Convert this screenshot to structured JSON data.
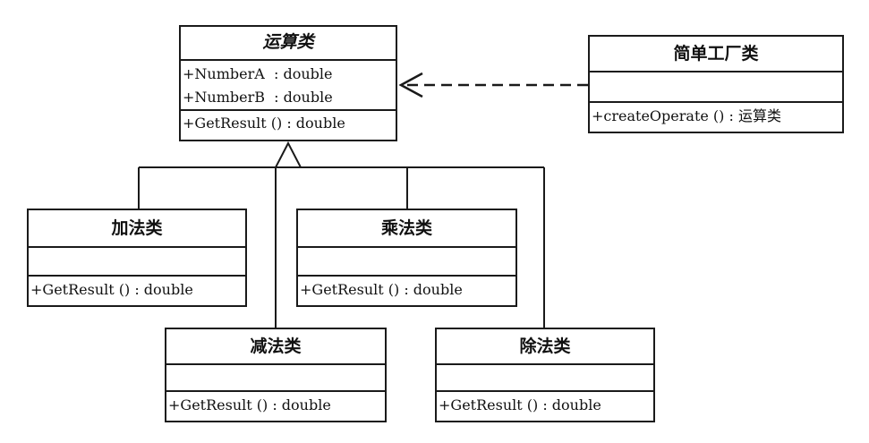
{
  "base": {
    "name": "运算类",
    "attributes": [
      "+NumberA  : double",
      "+NumberB  : double"
    ],
    "methods": [
      "+GetResult () : double"
    ]
  },
  "factory": {
    "name": "简单工厂类",
    "methods": [
      "+createOperate () : 运算类"
    ]
  },
  "subclasses": {
    "add": {
      "name": "加法类",
      "method": "+GetResult () : double"
    },
    "mul": {
      "name": "乘法类",
      "method": "+GetResult () : double"
    },
    "sub": {
      "name": "减法类",
      "method": "+GetResult () : double"
    },
    "div": {
      "name": "除法类",
      "method": "+GetResult () : double"
    }
  }
}
